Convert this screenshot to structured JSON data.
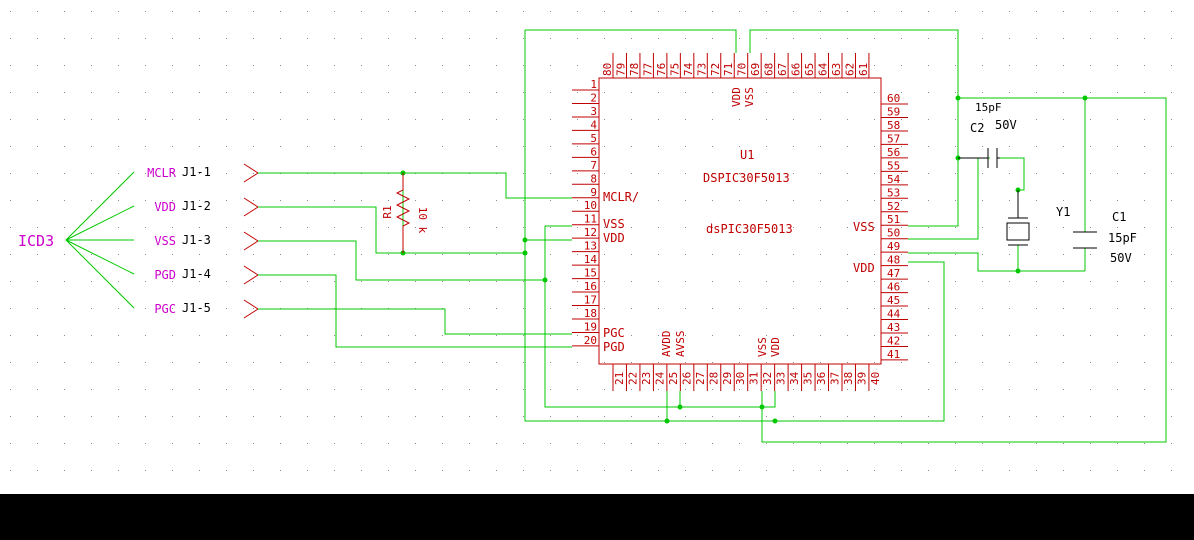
{
  "colors": {
    "background": "#ffffff",
    "grid_dot": "#8a8a8a",
    "wire": "#00c800",
    "junction": "#00c800",
    "component": "#c00000",
    "component_text": "#c00000",
    "connector_label": "#cc00cc",
    "text": "#000000",
    "bottom_strip": "#000000"
  },
  "connector": {
    "name": "ICD3",
    "signals": [
      {
        "name": "MCLR",
        "pin": "J1-1"
      },
      {
        "name": "VDD",
        "pin": "J1-2"
      },
      {
        "name": "VSS",
        "pin": "J1-3"
      },
      {
        "name": "PGD",
        "pin": "J1-4"
      },
      {
        "name": "PGC",
        "pin": "J1-5"
      }
    ]
  },
  "resistor": {
    "ref": "R1",
    "value": "10 k"
  },
  "chip": {
    "ref": "U1",
    "part_upper": "DSPIC30F5013",
    "part_lower": "dsPIC30F5013",
    "top_pins": [
      "80",
      "79",
      "78",
      "77",
      "76",
      "75",
      "74",
      "73",
      "72",
      "71",
      "70",
      "69",
      "68",
      "67",
      "66",
      "65",
      "64",
      "63",
      "62",
      "61"
    ],
    "top_names": [
      "VDD",
      "VSS"
    ],
    "left_pins": [
      "1",
      "2",
      "3",
      "4",
      "5",
      "6",
      "7",
      "8",
      "9",
      "10",
      "11",
      "12",
      "13",
      "14",
      "15",
      "16",
      "17",
      "18",
      "19",
      "20"
    ],
    "left_names": [
      "MCLR/",
      "VSS",
      "VDD",
      "PGC",
      "PGD"
    ],
    "right_pins": [
      "60",
      "59",
      "58",
      "57",
      "56",
      "55",
      "54",
      "53",
      "52",
      "51",
      "50",
      "49",
      "48",
      "47",
      "46",
      "45",
      "44",
      "43",
      "42",
      "41"
    ],
    "right_names": [
      "VSS",
      "VDD"
    ],
    "bottom_pins": [
      "21",
      "22",
      "23",
      "24",
      "25",
      "26",
      "27",
      "28",
      "29",
      "30",
      "31",
      "32",
      "33",
      "34",
      "35",
      "36",
      "37",
      "38",
      "39",
      "40"
    ],
    "bottom_names": [
      "AVDD",
      "AVSS",
      "VSS",
      "VDD"
    ]
  },
  "cap_c2": {
    "value": "15pF",
    "ref": "C2",
    "voltage": "50V"
  },
  "crystal": {
    "ref": "Y1"
  },
  "cap_c1": {
    "ref": "C1",
    "value": "15pF",
    "voltage": "50V"
  }
}
